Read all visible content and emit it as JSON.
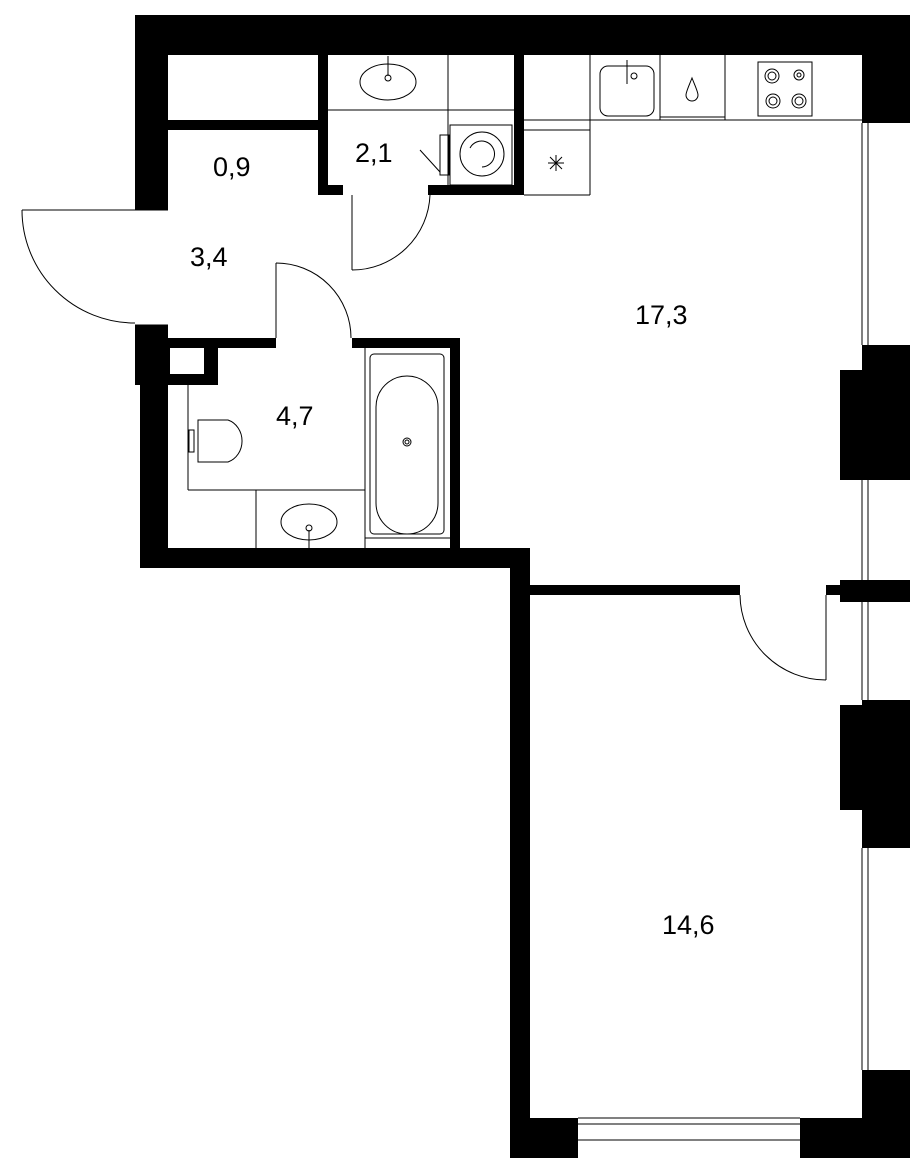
{
  "plan": {
    "colors": {
      "wall": "#000000",
      "line": "#000000",
      "background": "#ffffff"
    },
    "rooms": [
      {
        "id": "storage",
        "area": "0,9"
      },
      {
        "id": "laundry",
        "area": "2,1"
      },
      {
        "id": "hallway",
        "area": "3,4"
      },
      {
        "id": "bathroom",
        "area": "4,7"
      },
      {
        "id": "kitchen-living",
        "area": "17,3"
      },
      {
        "id": "bedroom",
        "area": "14,6"
      }
    ],
    "fixtures": [
      "washbasin-icon",
      "washing-machine-icon",
      "kitchen-sink-icon",
      "water-icon",
      "cooktop-icon",
      "fridge-icon",
      "toilet-icon",
      "bathtub-icon"
    ]
  }
}
